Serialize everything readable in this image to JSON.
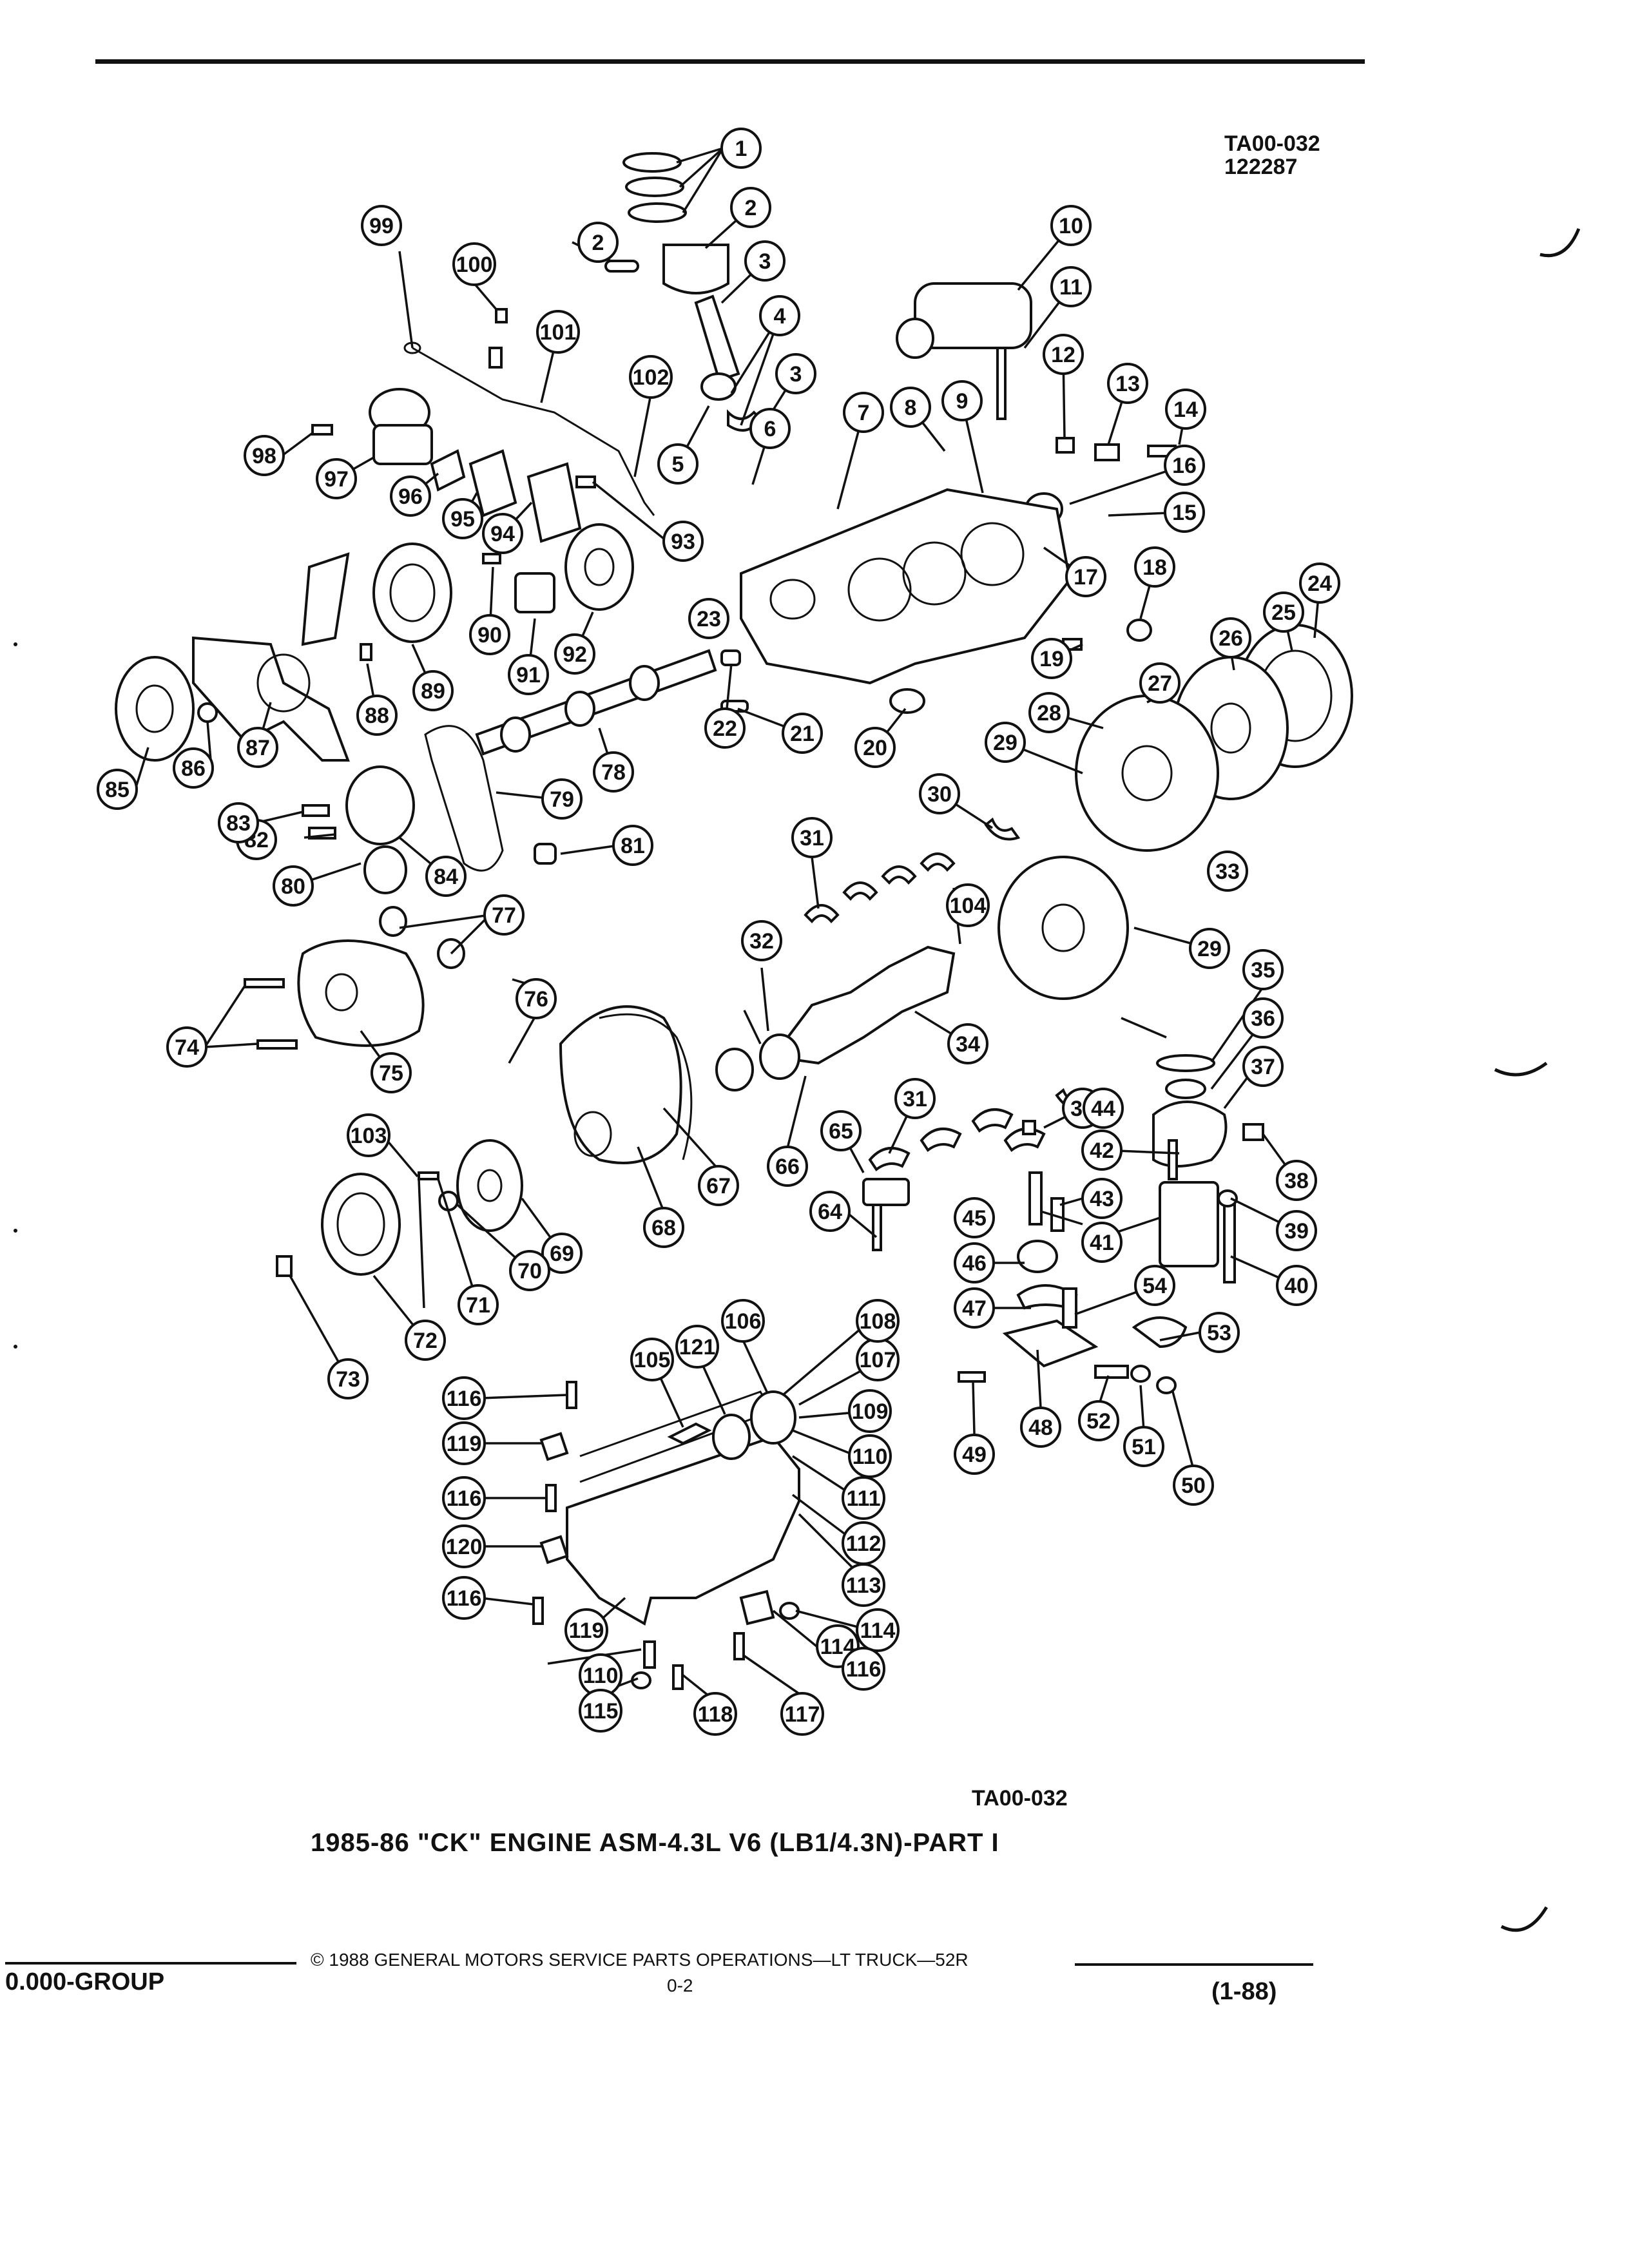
{
  "header": {
    "ref_code": "TA00-032",
    "ref_date": "122287"
  },
  "diagram": {
    "caption_code": "TA00-032",
    "title": "1985-86 \"CK\" ENGINE ASM-4.3L V6 (LB1/4.3N)-PART I",
    "callouts": [
      {
        "label": "1"
      },
      {
        "label": "2"
      },
      {
        "label": "2"
      },
      {
        "label": "3"
      },
      {
        "label": "3"
      },
      {
        "label": "4"
      },
      {
        "label": "5"
      },
      {
        "label": "6"
      },
      {
        "label": "7"
      },
      {
        "label": "8"
      },
      {
        "label": "9"
      },
      {
        "label": "10"
      },
      {
        "label": "11"
      },
      {
        "label": "12"
      },
      {
        "label": "13"
      },
      {
        "label": "14"
      },
      {
        "label": "15"
      },
      {
        "label": "16"
      },
      {
        "label": "17"
      },
      {
        "label": "18"
      },
      {
        "label": "19"
      },
      {
        "label": "20"
      },
      {
        "label": "21"
      },
      {
        "label": "22"
      },
      {
        "label": "23"
      },
      {
        "label": "24"
      },
      {
        "label": "25"
      },
      {
        "label": "26"
      },
      {
        "label": "27"
      },
      {
        "label": "28"
      },
      {
        "label": "29"
      },
      {
        "label": "29"
      },
      {
        "label": "30"
      },
      {
        "label": "30"
      },
      {
        "label": "31"
      },
      {
        "label": "31"
      },
      {
        "label": "32"
      },
      {
        "label": "33"
      },
      {
        "label": "34"
      },
      {
        "label": "35"
      },
      {
        "label": "36"
      },
      {
        "label": "37"
      },
      {
        "label": "38"
      },
      {
        "label": "39"
      },
      {
        "label": "40"
      },
      {
        "label": "41"
      },
      {
        "label": "42"
      },
      {
        "label": "43"
      },
      {
        "label": "44"
      },
      {
        "label": "45"
      },
      {
        "label": "46"
      },
      {
        "label": "47"
      },
      {
        "label": "48"
      },
      {
        "label": "49"
      },
      {
        "label": "50"
      },
      {
        "label": "51"
      },
      {
        "label": "52"
      },
      {
        "label": "53"
      },
      {
        "label": "54"
      },
      {
        "label": "64"
      },
      {
        "label": "65"
      },
      {
        "label": "66"
      },
      {
        "label": "67"
      },
      {
        "label": "68"
      },
      {
        "label": "69"
      },
      {
        "label": "70"
      },
      {
        "label": "71"
      },
      {
        "label": "72"
      },
      {
        "label": "73"
      },
      {
        "label": "74"
      },
      {
        "label": "75"
      },
      {
        "label": "76"
      },
      {
        "label": "77"
      },
      {
        "label": "78"
      },
      {
        "label": "79"
      },
      {
        "label": "80"
      },
      {
        "label": "81"
      },
      {
        "label": "82"
      },
      {
        "label": "83"
      },
      {
        "label": "84"
      },
      {
        "label": "85"
      },
      {
        "label": "86"
      },
      {
        "label": "87"
      },
      {
        "label": "88"
      },
      {
        "label": "89"
      },
      {
        "label": "90"
      },
      {
        "label": "91"
      },
      {
        "label": "92"
      },
      {
        "label": "93"
      },
      {
        "label": "94"
      },
      {
        "label": "95"
      },
      {
        "label": "96"
      },
      {
        "label": "97"
      },
      {
        "label": "98"
      },
      {
        "label": "99"
      },
      {
        "label": "100"
      },
      {
        "label": "101"
      },
      {
        "label": "102"
      },
      {
        "label": "103"
      },
      {
        "label": "104"
      },
      {
        "label": "105"
      },
      {
        "label": "106"
      },
      {
        "label": "107"
      },
      {
        "label": "108"
      },
      {
        "label": "109"
      },
      {
        "label": "110"
      },
      {
        "label": "110"
      },
      {
        "label": "111"
      },
      {
        "label": "112"
      },
      {
        "label": "113"
      },
      {
        "label": "114"
      },
      {
        "label": "114"
      },
      {
        "label": "115"
      },
      {
        "label": "116"
      },
      {
        "label": "116"
      },
      {
        "label": "116"
      },
      {
        "label": "116"
      },
      {
        "label": "117"
      },
      {
        "label": "118"
      },
      {
        "label": "119"
      },
      {
        "label": "119"
      },
      {
        "label": "120"
      },
      {
        "label": "121"
      }
    ]
  },
  "footer": {
    "group": "0.000-GROUP",
    "copyright": "© 1988 GENERAL MOTORS SERVICE PARTS OPERATIONS—LT TRUCK—52R",
    "page": "0-2",
    "revision": "(1-88)"
  }
}
